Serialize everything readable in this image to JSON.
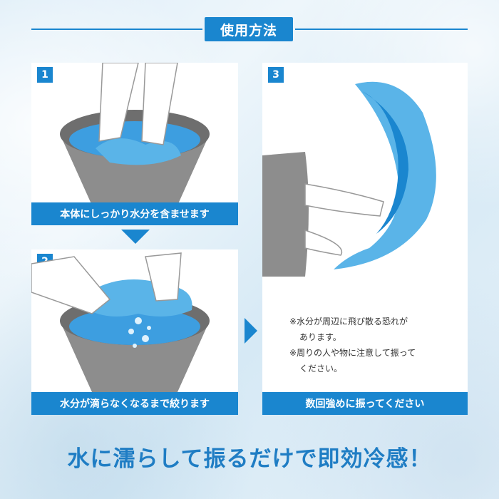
{
  "header": {
    "title": "使用方法"
  },
  "steps": [
    {
      "number": "1",
      "caption": "本体にしっかり水分を含ませます"
    },
    {
      "number": "2",
      "caption": "水分が滴らなくなるまで絞ります"
    },
    {
      "number": "3",
      "caption": "数回強めに振ってください",
      "notes": [
        "※水分が周辺に飛び散る恐れが",
        "あります。",
        "※周りの人や物に注意して振って",
        "ください。"
      ]
    }
  ],
  "tagline": "水に濡らして振るだけで即効冷感！",
  "colors": {
    "accent": "#1a86cf",
    "towel": "#5ab4e8",
    "bucket": "#8d8d8d"
  }
}
